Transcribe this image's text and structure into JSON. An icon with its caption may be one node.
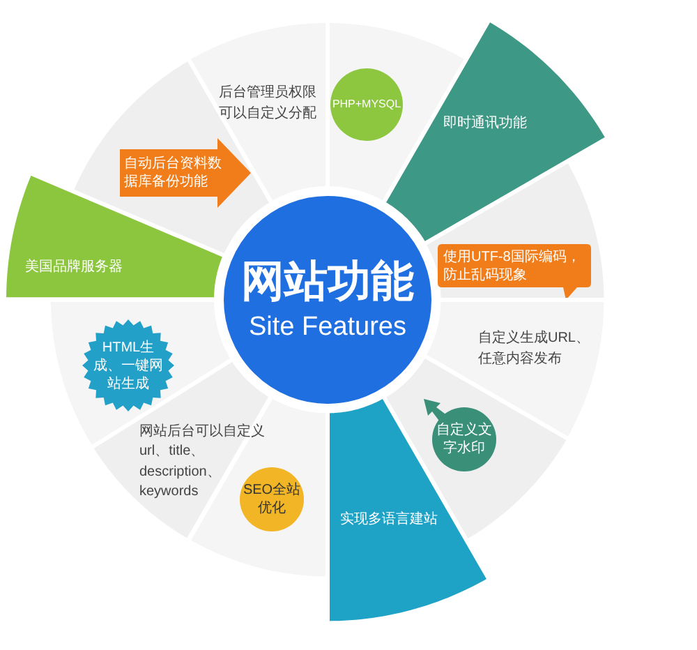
{
  "diagram": {
    "nodes": [
      {
        "text": [
          "网站功能",
          "Site Features"
        ]
      },
      {
        "text": [],
        "shape": "wedge"
      },
      {
        "text": [
          "PHP+MYSQL"
        ],
        "in": 1
      },
      {
        "text": [
          "即时通讯功能"
        ]
      },
      {
        "text": [],
        "shape": "wedge"
      },
      {
        "text": [
          "使用UTF-8国际编码，防止乱码现象"
        ],
        "in": 4
      },
      {
        "text": [
          "自定义生成URL、任意内容发布"
        ]
      },
      {
        "text": [],
        "shape": "wedge"
      },
      {
        "text": [
          "自定义文字水印"
        ],
        "in": 7
      },
      {
        "text": [
          "实现多语言建站"
        ]
      },
      {
        "text": [],
        "shape": "wedge"
      },
      {
        "text": [
          "SEO全站优化"
        ],
        "in": 10
      },
      {
        "text": [
          "网站后台可以自定义url、title、description、keywords"
        ]
      },
      {
        "text": [],
        "shape": "wedge"
      },
      {
        "text": [
          "HTML生成、一键网站生成"
        ],
        "in": 13
      },
      {
        "text": [
          "美国品牌服务器"
        ]
      },
      {
        "text": [],
        "shape": "wedge"
      },
      {
        "text": [
          "自动后台资料数据库备份功能"
        ],
        "in": 16
      },
      {
        "text": [
          "后台管理员权限可以自定义分配"
        ]
      }
    ]
  }
}
